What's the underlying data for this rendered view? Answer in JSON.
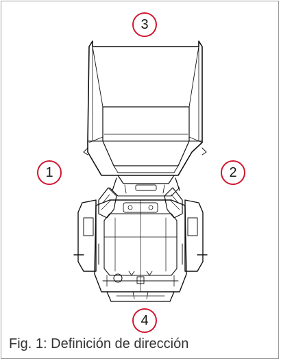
{
  "figure": {
    "caption": "Fig. 1: Definición de dirección",
    "callouts": {
      "one": "1",
      "two": "2",
      "three": "3",
      "four": "4"
    },
    "colors": {
      "callout_ring": "#d0172f",
      "frame_border": "#9a9a9a",
      "line_art": "#111111"
    }
  }
}
